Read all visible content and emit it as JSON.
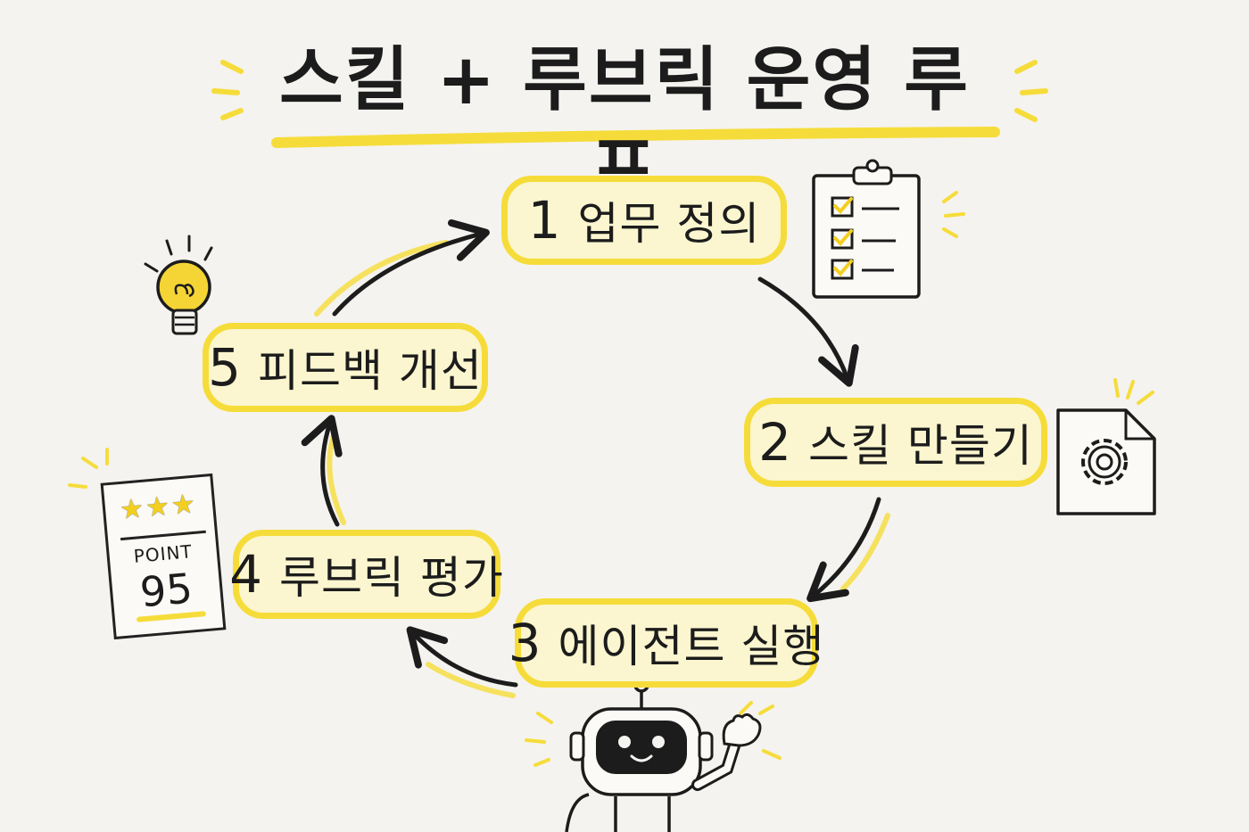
{
  "title": "스킬 + 루브릭 운영 루프",
  "steps": [
    {
      "number": "1",
      "label": "업무 정의"
    },
    {
      "number": "2",
      "label": "스킬 만들기"
    },
    {
      "number": "3",
      "label": "에이전트 실행"
    },
    {
      "number": "4",
      "label": "루브릭 평가"
    },
    {
      "number": "5",
      "label": "피드백 개선"
    }
  ],
  "score_card": {
    "stars": "★★★",
    "label": "POINT",
    "value": "95"
  },
  "colors": {
    "highlight": "#f6dc3a",
    "highlight_fill": "#fbf6cf",
    "ink": "#1c1c1c",
    "background": "#f4f3ef"
  },
  "icons": [
    "lightbulb-icon",
    "clipboard-checklist-icon",
    "gear-document-icon",
    "robot-icon",
    "score-card-icon"
  ]
}
